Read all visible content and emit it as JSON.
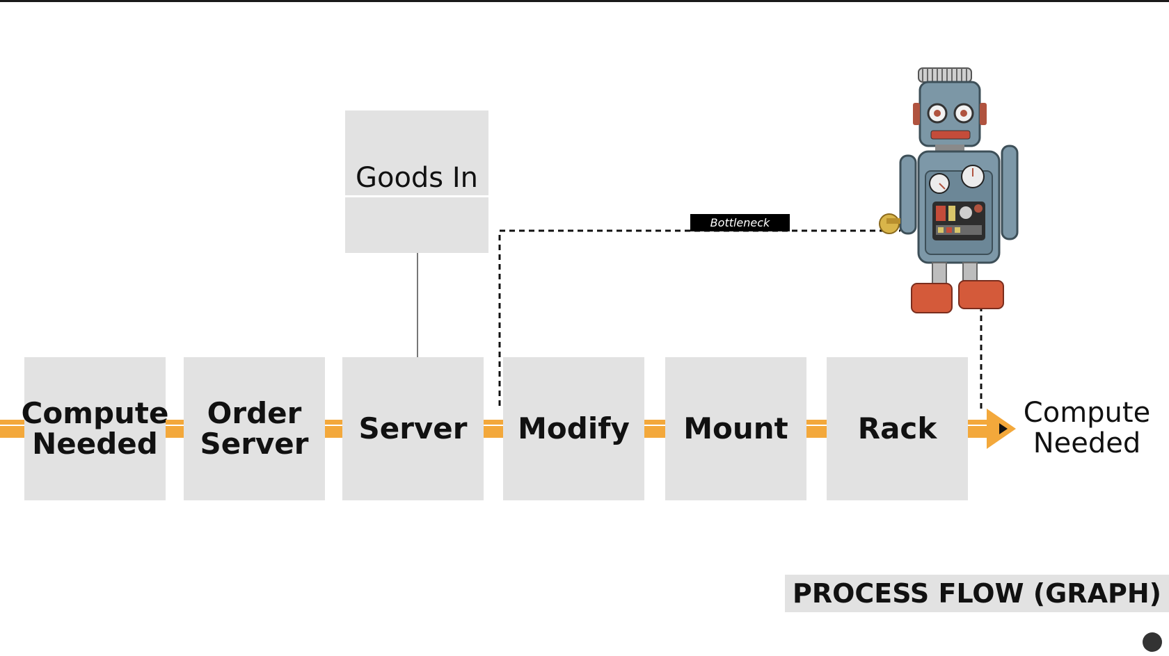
{
  "diagram": {
    "steps": [
      {
        "id": "compute-needed",
        "lines": [
          "Compute",
          "Needed"
        ]
      },
      {
        "id": "order-server",
        "lines": [
          "Order",
          "Server"
        ]
      },
      {
        "id": "server",
        "lines": [
          "Server"
        ]
      },
      {
        "id": "modify",
        "lines": [
          "Modify"
        ]
      },
      {
        "id": "mount",
        "lines": [
          "Mount"
        ]
      },
      {
        "id": "rack",
        "lines": [
          "Rack"
        ]
      }
    ],
    "side_input": "Goods In",
    "bottleneck_label": "Bottleneck",
    "end_label_line1": "Compute",
    "end_label_line2": "Needed",
    "footer_title": "PROCESS FLOW (GRAPH)"
  },
  "colors": {
    "box_fill": "#e2e2e2",
    "connector": "#f3a83b",
    "text": "#111111",
    "bottleneck_bg": "#000000",
    "dashed_line": "#111111"
  },
  "icons": {
    "robot": "tin-robot-icon",
    "caption": "caption-icon"
  }
}
